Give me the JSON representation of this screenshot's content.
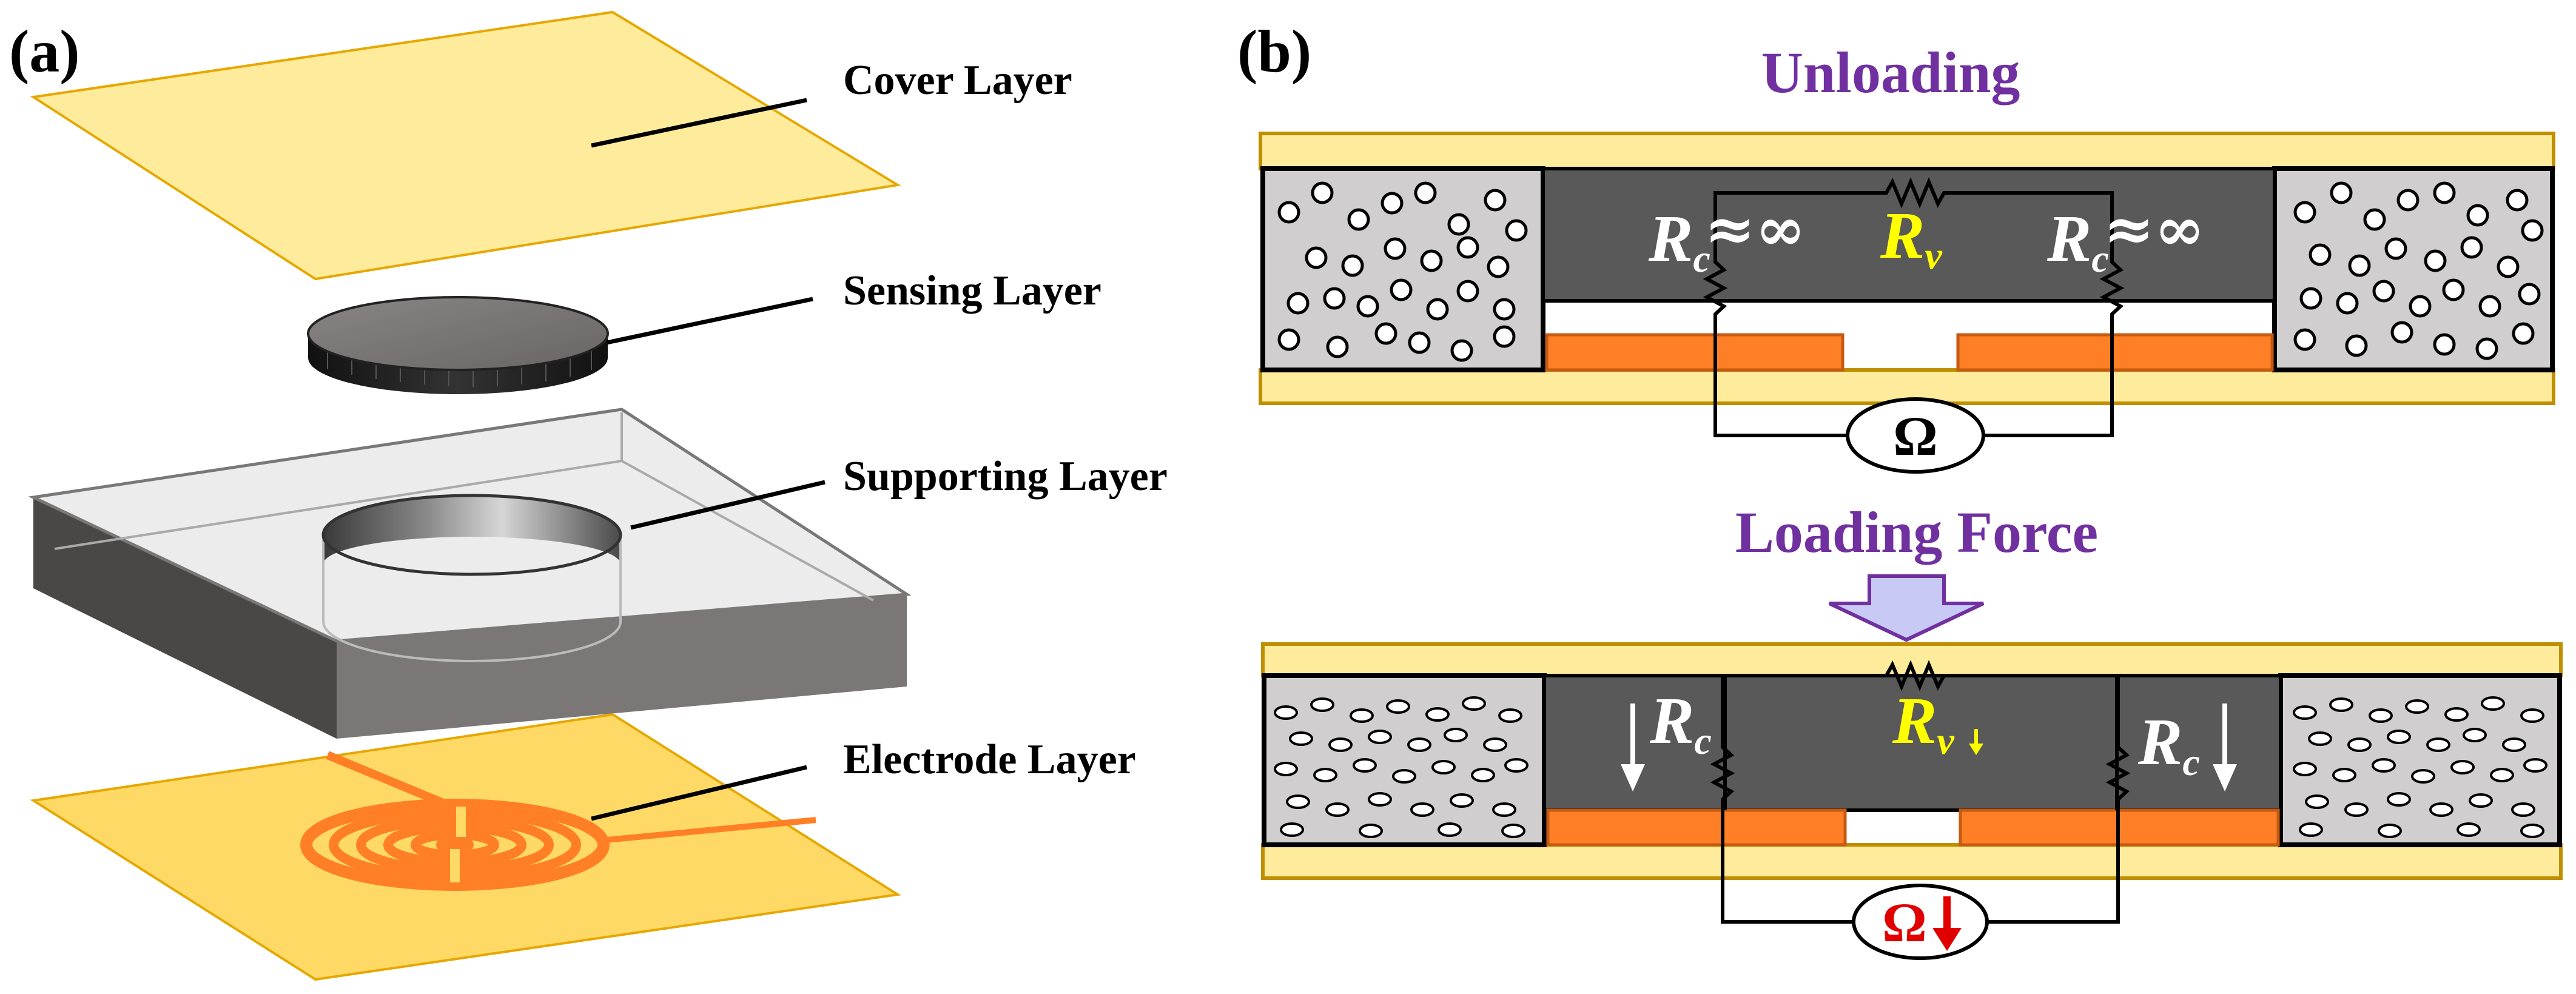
{
  "panel_a": {
    "label": "(a)",
    "layers": {
      "cover": "Cover Layer",
      "sensing": "Sensing Layer",
      "supporting": "Supporting Layer",
      "electrode": "Electrode Layer"
    }
  },
  "panel_b": {
    "label": "(b)",
    "unloading": {
      "title": "Unloading",
      "rc_symbol": "R",
      "rc_sub": "c",
      "rc_relation": "≈∞",
      "rv_symbol": "R",
      "rv_sub": "v",
      "ohm": "Ω"
    },
    "loading": {
      "title": "Loading Force",
      "rc_symbol": "R",
      "rc_sub": "c",
      "rv_symbol": "R",
      "rv_sub": "v",
      "ohm": "Ω"
    }
  },
  "colors": {
    "cover_fill": "#FFEB9C",
    "cover_edge": "#E6A800",
    "sensing_fill": "#595959",
    "support_fill": "#D0CECE",
    "electrode_fill": "#FF7F27",
    "electrode_base": "#FFD966",
    "title_purple": "#7030A0",
    "arrow_fill": "#C9C9F5",
    "red": "#E00000",
    "yellow": "#FFFF00"
  }
}
